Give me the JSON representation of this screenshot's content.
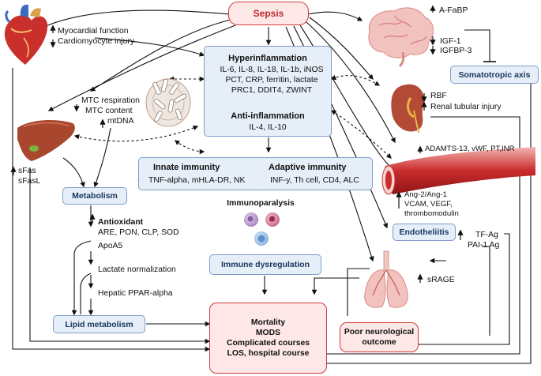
{
  "sepsis": "Sepsis",
  "heart": {
    "lines": [
      "Myocardial function",
      "Cardiomyocyte injury"
    ]
  },
  "mito": {
    "lines": [
      "MTC respiration",
      "MTC content",
      "mtDNA"
    ]
  },
  "liver": {
    "lines": [
      "sFas",
      "sFasL"
    ]
  },
  "metabolism": "Metabolism",
  "antioxidant": {
    "title": "Antioxidant",
    "items": "ARE, PON, CLP, SOD"
  },
  "lipid_chain": [
    "ApoA5",
    "Lactate normalization",
    "Hepatic PPAR-alpha"
  ],
  "lipid_metabolism": "Lipid metabolism",
  "inflammation": {
    "hyper_title": "Hyperinflammation",
    "hyper_lines": [
      "IL-6, IL-8, IL-18, IL-1b, iNOS",
      "PCT, CRP, ferritin, lactate",
      "PRC1, DDIT4, ZWINT"
    ],
    "anti_title": "Anti-inflammation",
    "anti_line": "IL-4, IL-10"
  },
  "immunity": {
    "innate_title": "Innate immunity",
    "innate_line": "TNF-alpha, mHLA-DR, NK",
    "adaptive_title": "Adaptive immunity",
    "adaptive_line": "INF-y, Th cell, CD4, ALC"
  },
  "immunoparalysis": "Immunoparalysis",
  "immune_dysregulation": "Immune dysregulation",
  "outcomes": {
    "lines": [
      "Mortality",
      "MODS",
      "Complicated courses",
      "LOS, hospital course"
    ]
  },
  "brain": {
    "lines": [
      "A-FaBP",
      "IGF-1",
      "IGFBP-3"
    ]
  },
  "somatotropic": "Somatotropic axis",
  "kidney": {
    "lines": [
      "RBF",
      "Renal tubular injury"
    ]
  },
  "vessel": {
    "top_line": "ADAMTS-13, vWF, PT,INR",
    "lower_lines": [
      "Ang-2/Ang-1",
      "VCAM, VEGF,",
      "thrombomodulin"
    ]
  },
  "endotheliitis": "Endotheliitis",
  "coag": {
    "lines": [
      "TF-Ag",
      "PAI-1 Ag"
    ]
  },
  "lung": {
    "line": "sRAGE"
  },
  "neuro": {
    "lines": [
      "Poor neurological",
      "outcome"
    ]
  },
  "colors": {
    "blue_border": "#7e9ccb",
    "blue_fill": "#e6eef8",
    "red_border": "#d13a3a",
    "red_fill": "#fde7e7",
    "label_blue": "#17365d"
  }
}
